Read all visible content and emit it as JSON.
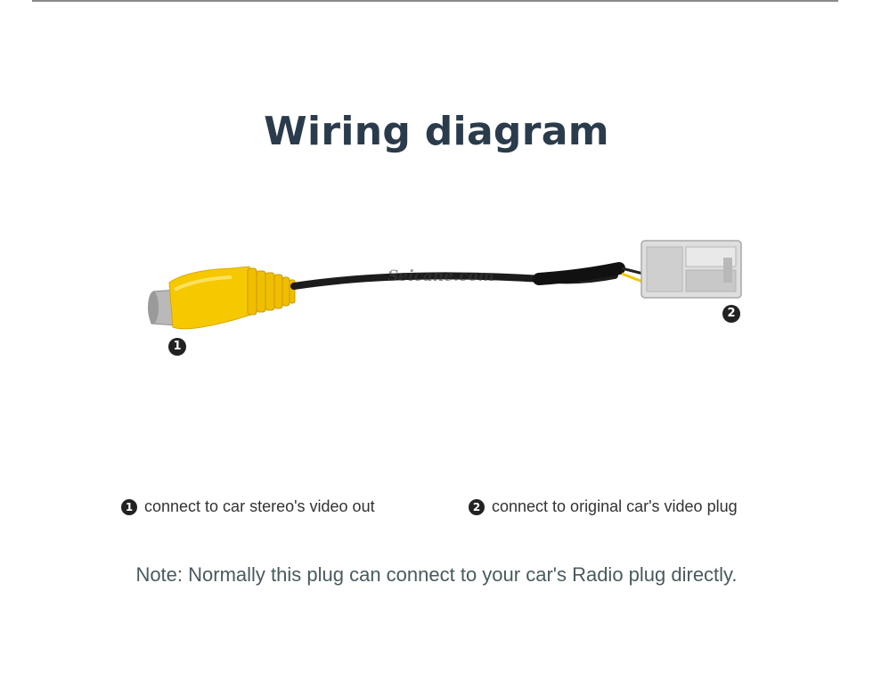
{
  "title": "Wiring diagram",
  "watermark": "Seicane.com",
  "markers": {
    "one": "1",
    "two": "2"
  },
  "legend": [
    {
      "number": "1",
      "text": "connect to car stereo's video out"
    },
    {
      "number": "2",
      "text": "connect to original car's video plug"
    }
  ],
  "note": "Note: Normally this plug can connect to your car's Radio plug directly.",
  "colors": {
    "title": "#2a3b4c",
    "rca_yellow": "#f6c800",
    "cable": "#1c1c1c",
    "connector_grey": "#d8d8d8"
  }
}
